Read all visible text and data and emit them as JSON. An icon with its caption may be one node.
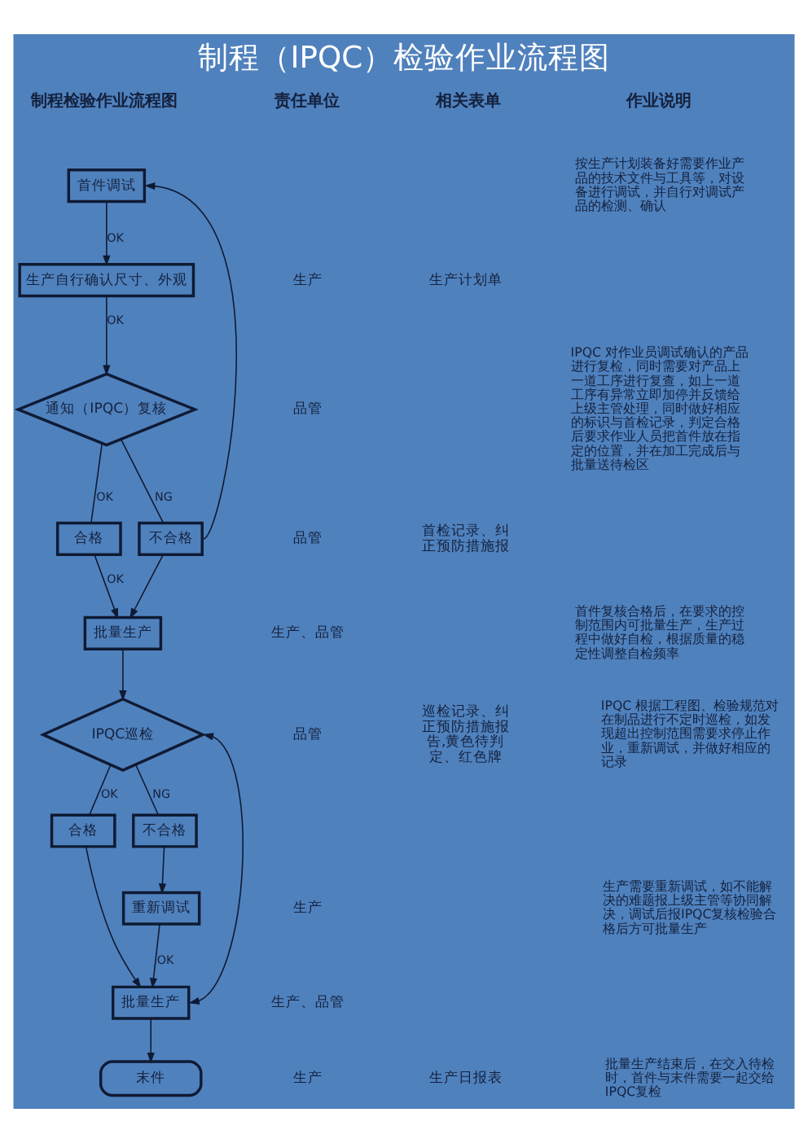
{
  "diagram": {
    "title": "制程（IPQC）检验作业流程图",
    "nodes": [
      {
        "text": [
          "首件调试"
        ]
      },
      {
        "text": [
          "生产自行确认尺寸、外观"
        ]
      },
      {
        "text": [
          "通知（IPQC）复核"
        ]
      },
      {
        "text": [
          "合格"
        ]
      },
      {
        "text": [
          "不合格"
        ]
      },
      {
        "text": [
          "批量生产"
        ]
      },
      {
        "text": [
          "IPQC巡检"
        ]
      },
      {
        "text": [
          "合格"
        ]
      },
      {
        "text": [
          "不合格"
        ]
      },
      {
        "text": [
          "重新调试"
        ]
      },
      {
        "text": [
          "批量生产"
        ]
      },
      {
        "text": [
          "末件"
        ]
      }
    ],
    "edges": [
      {
        "from": 0,
        "to": 1,
        "arrow": "to",
        "label": "OK"
      },
      {
        "from": 1,
        "to": 2,
        "arrow": "to",
        "label": "OK"
      },
      {
        "from": 2,
        "to": 3,
        "arrow": "none",
        "label": "OK"
      },
      {
        "from": 2,
        "to": 4,
        "arrow": "none",
        "label": "NG"
      },
      {
        "from": 4,
        "to": 0,
        "arrow": "to"
      },
      {
        "from": 3,
        "to": 5,
        "arrow": "to",
        "label": "OK"
      },
      {
        "from": 4,
        "to": 5,
        "arrow": "to"
      },
      {
        "from": 5,
        "to": 6,
        "arrow": "to"
      },
      {
        "from": 6,
        "to": 7,
        "arrow": "none",
        "label": "OK"
      },
      {
        "from": 6,
        "to": 8,
        "arrow": "none",
        "label": "NG"
      },
      {
        "from": 8,
        "to": 9,
        "arrow": "to"
      },
      {
        "from": 9,
        "to": 10,
        "arrow": "to",
        "label": "OK"
      },
      {
        "from": 7,
        "to": 10,
        "arrow": "to"
      },
      {
        "from": 10,
        "to": 6,
        "arrow": "both"
      },
      {
        "from": 10,
        "to": 11,
        "arrow": "to"
      }
    ],
    "labels": [
      "制程检验作业流程图",
      "责任单位",
      "相关表单",
      "作业说明",
      "按生产计划装备好需要作业产品的技术文件与工具等，对设备进行调试，并自行对调试产品的检测、确认",
      "生产",
      "生产计划单",
      "品管",
      "IPQC 对作业员调试确认的产品进行复检，同时需要对产品上一道工序进行复查，如上一道工序有异常立即加停并反馈给上级主管处理，同时做好相应的标识与首检记录，判定合格后要求作业人员把首件放在指定的位置，并在加工完成后与批量送待检区",
      "品管",
      "首检记录、纠正预防措施报",
      "生产、品管",
      "首件复核合格后，在要求的控制范围内可批量生产，生产过程中做好自检，根据质量的稳定性调整自检频率",
      "品管",
      "巡检记录、纠正预防措施报告,黄色待判定、红色牌",
      "IPQC 根据工程图、检验规范对在制品进行不定时巡检，如发现超出控制范围需要求停止作业，重新调试，并做好相应的记录",
      "生产",
      "生产需要重新调试，如不能解决的难题报上级主管等协同解决，调试后报IPQC复核检验合格后方可批量生产",
      "生产、品管",
      "生产",
      "生产日报表",
      "批量生产结束后，在交入待检时，首件与末件需要一起交给IPQC复检"
    ]
  }
}
